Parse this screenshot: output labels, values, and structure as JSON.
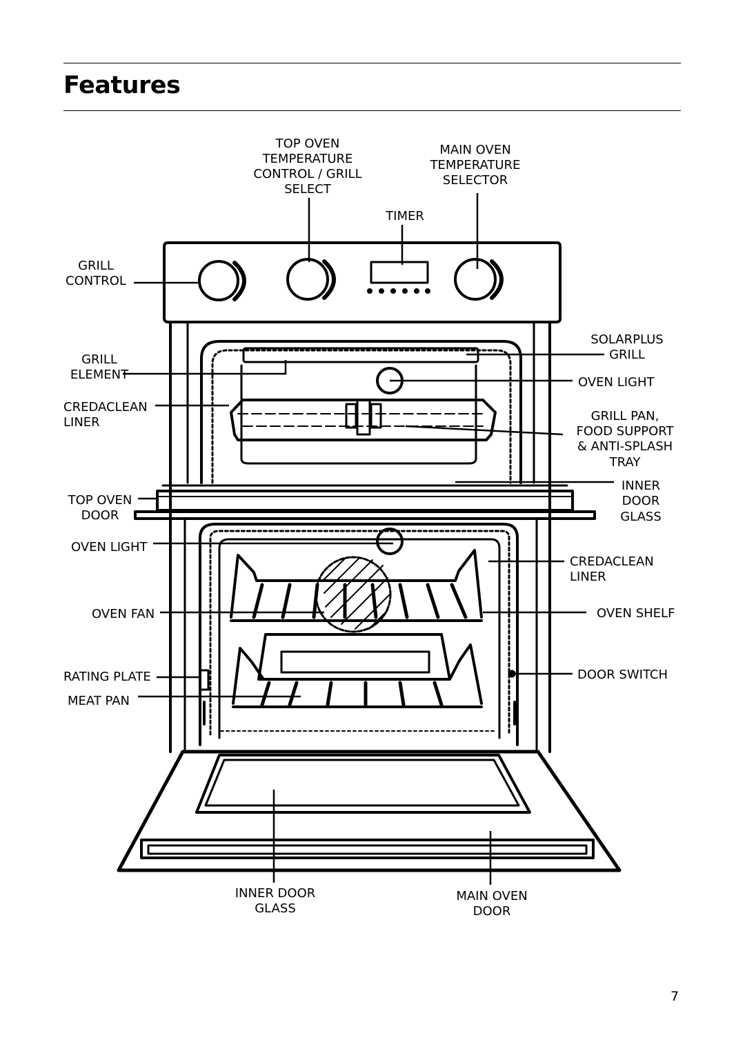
{
  "page": {
    "title": "Features",
    "page_number": "7"
  },
  "labels": {
    "top_oven_temp": [
      "TOP OVEN",
      "TEMPERATURE",
      "CONTROL / GRILL",
      "SELECT"
    ],
    "main_oven_temp": [
      "MAIN OVEN",
      "TEMPERATURE",
      "SELECTOR"
    ],
    "timer": "TIMER",
    "grill_control": [
      "GRILL",
      "CONTROL"
    ],
    "grill_element": [
      "GRILL",
      "ELEMENT"
    ],
    "credaclean_liner_top": [
      "CREDACLEAN",
      "LINER"
    ],
    "top_oven_door": [
      "TOP OVEN",
      "DOOR"
    ],
    "oven_light_left": "OVEN LIGHT",
    "oven_fan": "OVEN FAN",
    "rating_plate": "RATING PLATE",
    "meat_pan": "MEAT PAN",
    "solarplus_grill": [
      "SOLARPLUS",
      "GRILL"
    ],
    "oven_light_right": "OVEN LIGHT",
    "grill_pan": [
      "GRILL PAN,",
      "FOOD SUPPORT",
      "& ANTI-SPLASH",
      "TRAY"
    ],
    "inner_door_glass_right": [
      "INNER",
      "DOOR",
      "GLASS"
    ],
    "credaclean_liner_main": [
      "CREDACLEAN",
      "LINER"
    ],
    "oven_shelf": "OVEN SHELF",
    "door_switch": "DOOR SWITCH",
    "inner_door_glass_bottom": [
      "INNER DOOR",
      "GLASS"
    ],
    "main_oven_door": [
      "MAIN OVEN",
      "DOOR"
    ]
  }
}
